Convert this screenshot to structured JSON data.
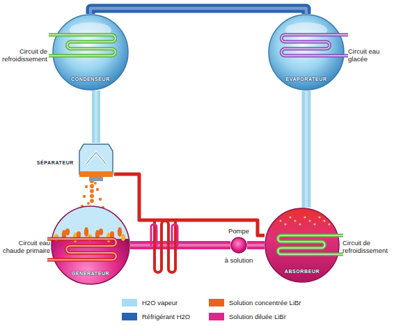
{
  "diagram": {
    "nodes": [
      {
        "text": [
          "CONDENSEUR"
        ]
      },
      {
        "text": [
          "EVAPORATEUR"
        ]
      },
      {
        "text": [
          "SÉPARATEUR"
        ]
      },
      {
        "text": [
          "GÉNÉRATEUR"
        ]
      },
      {
        "text": [
          "Pompe",
          "à solution"
        ]
      },
      {
        "text": [
          "ABSORBEUR"
        ]
      }
    ],
    "edges": [
      {
        "from": 0,
        "to": 1,
        "arrow": "none"
      },
      {
        "from": 0,
        "to": 2,
        "arrow": "none"
      },
      {
        "from": 2,
        "to": 3,
        "arrow": "none"
      },
      {
        "from": 2,
        "to": 5,
        "arrow": "none"
      },
      {
        "from": 3,
        "to": 4,
        "arrow": "none"
      },
      {
        "from": 4,
        "to": 5,
        "arrow": "none"
      },
      {
        "from": 1,
        "to": 5,
        "arrow": "none"
      }
    ],
    "labels": [
      "Circuit de refroidissement",
      "Circuit eau glacée",
      "Circuit eau chaude primaire",
      "Circuit de refroidissement"
    ],
    "legend": [
      {
        "text": "H2O vapeur",
        "color": "#a8dcf2"
      },
      {
        "text": "Réfrigérant H2O",
        "color": "#2a63b0"
      },
      {
        "text": "Solution concentrée LiBr",
        "color": "#e8641e"
      },
      {
        "text": "Solution diluée LiBr",
        "color": "#e0268a"
      }
    ]
  }
}
